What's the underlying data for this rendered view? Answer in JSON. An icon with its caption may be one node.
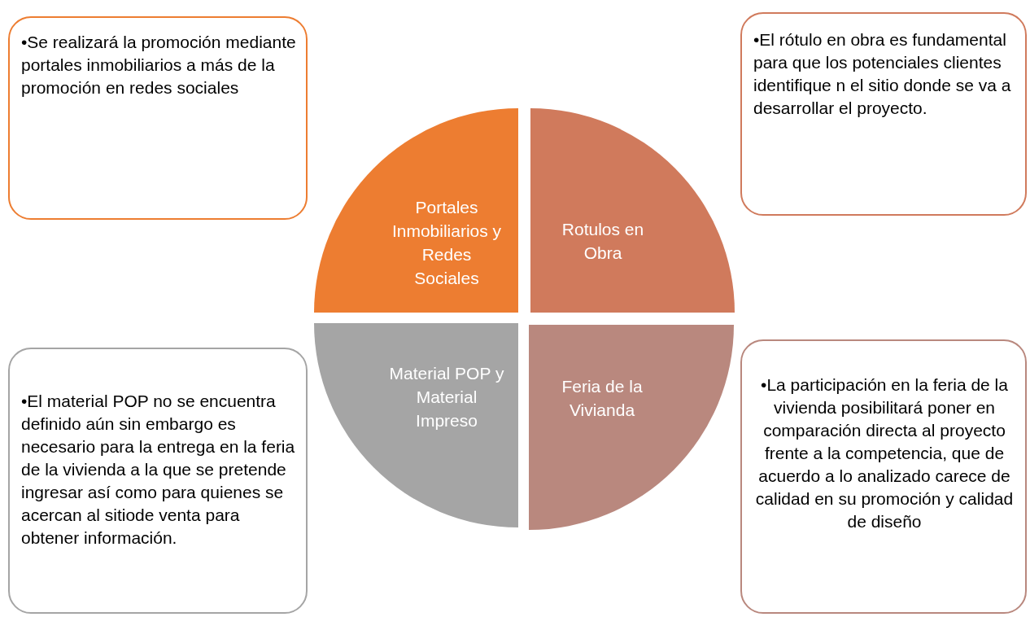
{
  "diagram": {
    "nodes": [
      {
        "text": [
          "•Se realizará la promoción mediante portales inmobiliarios a más de la promoción en redes sociales"
        ]
      },
      {
        "text": [
          "•El rótulo en obra es fundamental para que los potenciales clientes identifique n el sitio donde se va a desarrollar el proyecto."
        ]
      },
      {
        "text": [
          "Portales Inmobiliarios y Redes Sociales"
        ]
      },
      {
        "text": [
          "Rotulos en Obra"
        ]
      },
      {
        "text": [
          "Material POP y Material Impreso"
        ]
      },
      {
        "text": [
          "Feria de la Vivianda"
        ]
      },
      {
        "text": [
          "•El material POP no se encuentra definido aún sin embargo es necesario para la entrega en la feria de la vivienda a la que se pretende ingresar así como para quienes se acercan al sitiode venta para obtener información."
        ]
      },
      {
        "text": [
          "•La participación en la feria de la vivienda posibilitará poner en comparación directa al proyecto frente a la competencia, que de acuerdo a lo analizado carece de calidad en su promoción y calidad de diseño"
        ]
      }
    ]
  }
}
